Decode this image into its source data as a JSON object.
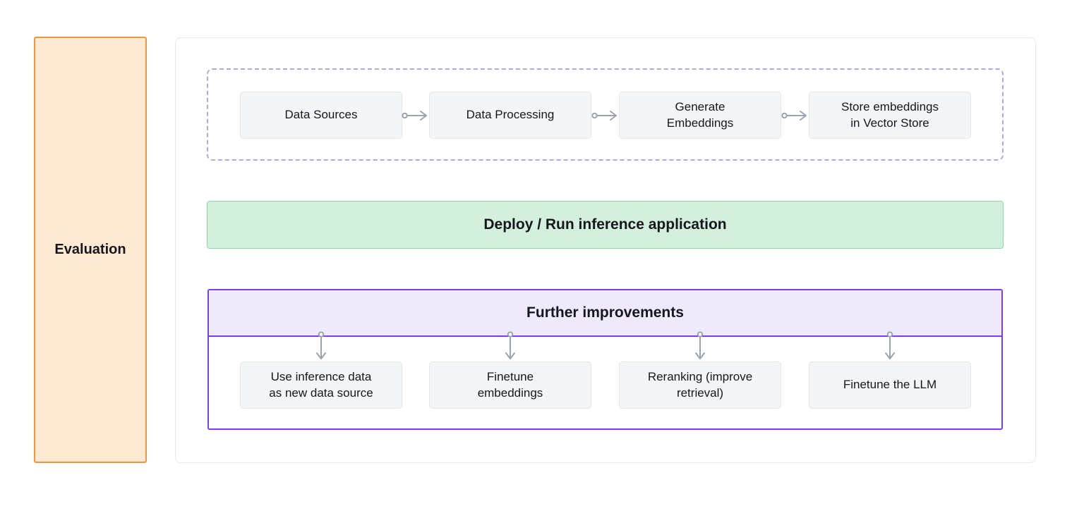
{
  "evaluation": {
    "label": "Evaluation"
  },
  "pipeline": {
    "nodes": [
      {
        "label": "Data Sources"
      },
      {
        "label": "Data Processing"
      },
      {
        "label": "Generate\nEmbeddings"
      },
      {
        "label": "Store embeddings\nin Vector Store"
      }
    ]
  },
  "deploy": {
    "label": "Deploy / Run inference application"
  },
  "improvements": {
    "title": "Further improvements",
    "items": [
      {
        "label": "Use inference data\nas new data source"
      },
      {
        "label": "Finetune\nembeddings"
      },
      {
        "label": "Reranking (improve\nretrieval)"
      },
      {
        "label": "Finetune the LLM"
      }
    ]
  },
  "colors": {
    "orange_border": "#F0953B",
    "orange_fill": "#FCE9D1",
    "green_border": "#8FD9A8",
    "green_fill": "#D3F0DC",
    "accent_purple": "#7D3BEF",
    "lavender_fill": "#EFEAFB",
    "dash_purple": "#B4A3EF",
    "node_fill": "#F4F5F7",
    "node_border": "#E4E6EA",
    "arrow_gray": "#9BA3AF",
    "text_dark": "#16161E",
    "panel_border": "#E8EAEE"
  }
}
